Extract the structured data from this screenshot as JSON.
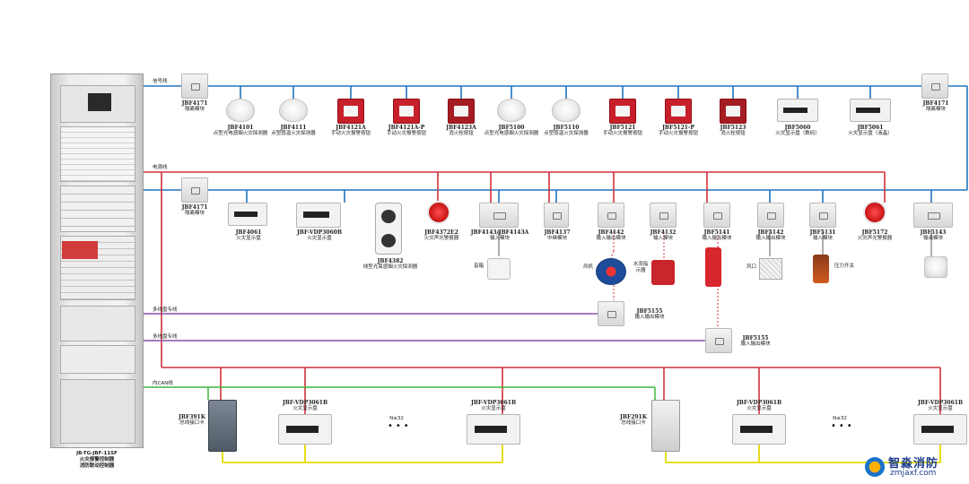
{
  "cabinet": {
    "label_line1": "JB-TG-JBF-11SF",
    "label_line2": "火灾报警控制器",
    "label_line3": "消防联动控制器"
  },
  "bus_labels": {
    "signal": "信号线",
    "power": "电源线",
    "multi1": "多线盘专线",
    "multi2": "多线盘专线",
    "can": "内CAN线"
  },
  "top_row": [
    {
      "model": "JBF4171",
      "name": "隔离模块"
    },
    {
      "model": "JBF4101",
      "name": "点型光电感烟火灾探测器"
    },
    {
      "model": "JBF4111",
      "name": "点型感温火灾探测器"
    },
    {
      "model": "JBF4121A",
      "name": "手动火灾报警按钮"
    },
    {
      "model": "JBF4121A-P",
      "name": "手动火灾报警按钮"
    },
    {
      "model": "JBF4123A",
      "name": "消火栓按钮"
    },
    {
      "model": "JBF5100",
      "name": "点型光电感烟火灾探测器"
    },
    {
      "model": "JBF5110",
      "name": "点型感温火灾探测器"
    },
    {
      "model": "JBF5121",
      "name": "手动火灾报警按钮"
    },
    {
      "model": "JBF5121-P",
      "name": "手动火灾报警按钮"
    },
    {
      "model": "JBF5123",
      "name": "消火栓按钮"
    },
    {
      "model": "JBF5060",
      "name": "火灾显示盘（数码）"
    },
    {
      "model": "JBF5061",
      "name": "火灾显示盘（液晶）"
    },
    {
      "model": "JBF4171",
      "name": "隔离模块"
    }
  ],
  "mid_row": [
    {
      "model": "JBF4171",
      "name": "隔离模块"
    },
    {
      "model": "JBF4061",
      "name": "火灾显示盘"
    },
    {
      "model": "JBF-VDP3060B",
      "name": "火灾显示盘"
    },
    {
      "model": "JBF4382",
      "name": "线型光束感烟火灾探测器"
    },
    {
      "model": "JBF4372E2",
      "name": "火灾声光警报器"
    },
    {
      "model": "JBF4143/JBF4143A",
      "name": "输入模块"
    },
    {
      "model": "JBF4137",
      "name": "中继模块"
    },
    {
      "model": "JBF4142",
      "name": "输入输出模块"
    },
    {
      "model": "JBF4132",
      "name": "输入模块"
    },
    {
      "model": "JBF5141",
      "name": "输入输出模块"
    },
    {
      "model": "JBF5142",
      "name": "输入输出模块"
    },
    {
      "model": "JBF5131",
      "name": "输入模块"
    },
    {
      "model": "JBF5172",
      "name": "火灾声光警报器"
    },
    {
      "model": "JBF5143",
      "name": "输出模块"
    }
  ],
  "field_devices": {
    "speaker": "音箱",
    "fan": "风机",
    "flow": "水流指示器",
    "vent": "风口",
    "pressure": "压力开关"
  },
  "multi_modules": [
    {
      "model": "JBF5155",
      "name": "输入输出模块"
    },
    {
      "model": "JBF5155",
      "name": "输入输出模块"
    }
  ],
  "can_row": [
    {
      "model": "JBF391K",
      "name": "总线接口卡"
    },
    {
      "model": "JBF-VDP3061B",
      "name": "火灾显示盘"
    },
    {
      "model": "JBF-VDP3061B",
      "name": "火灾显示盘"
    },
    {
      "model": "JBF291K",
      "name": "总线接口卡"
    },
    {
      "model": "JBF-VDP3061B",
      "name": "火灾显示盘"
    },
    {
      "model": "JBF-VDP3061B",
      "name": "火灾显示盘"
    }
  ],
  "n_labels": [
    "N≤32",
    "N≤32"
  ],
  "watermark": {
    "brand": "智淼消防",
    "url": "zmjaxf.com"
  },
  "colors": {
    "signal": "#1e73be",
    "power": "#d0303a",
    "multi": "#8a4fa8",
    "can": "#3db53d",
    "yellow": "#e6d800"
  }
}
